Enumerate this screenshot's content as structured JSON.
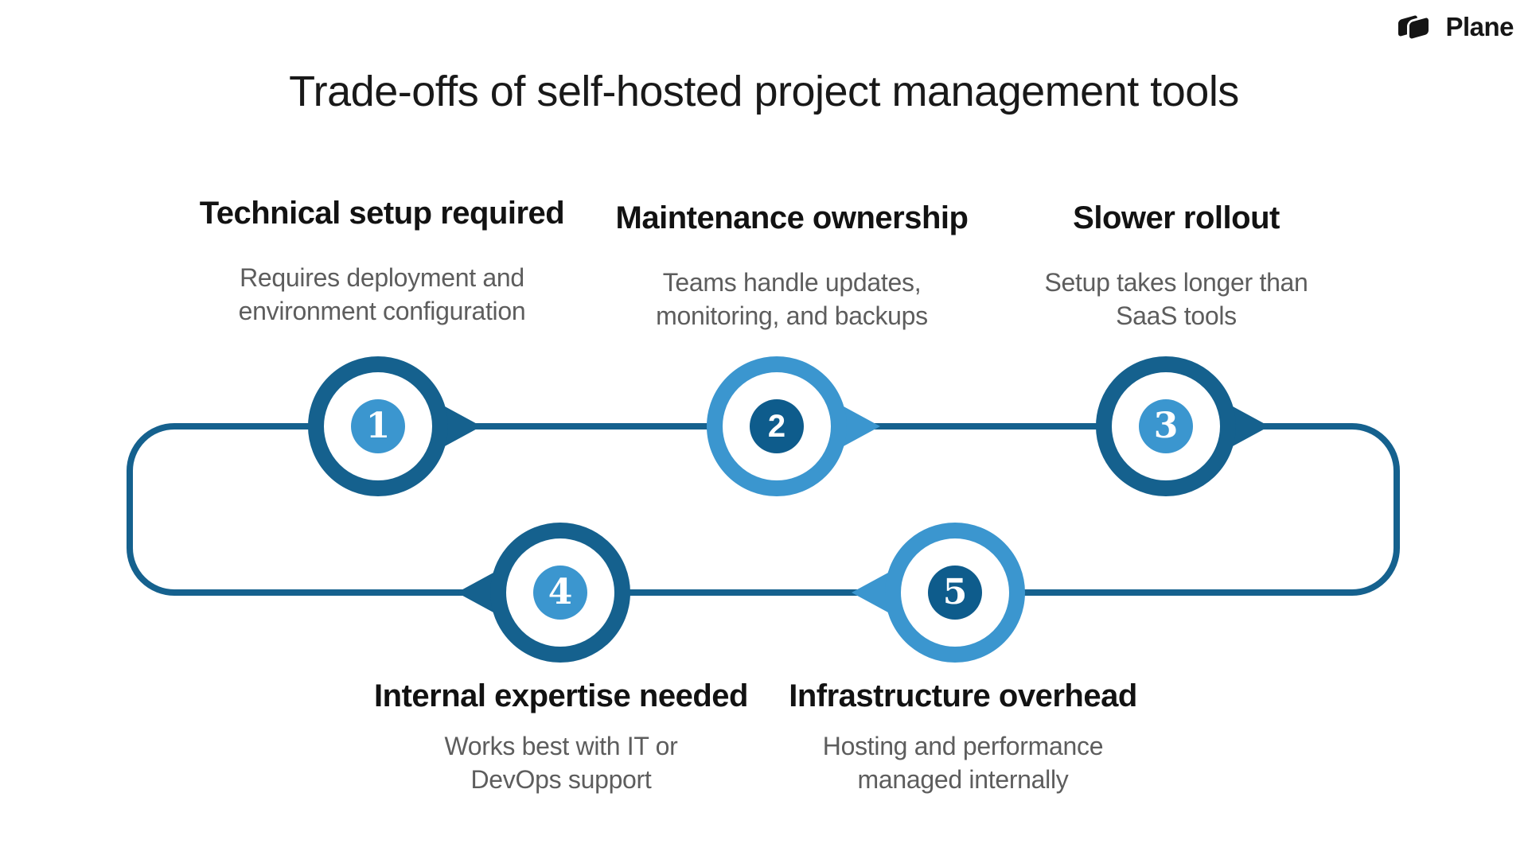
{
  "brand": {
    "name": "Plane"
  },
  "title": "Trade-offs of self-hosted project management tools",
  "colors": {
    "dark_blue": "#15618E",
    "light_blue": "#3B96CF",
    "badge_dark": "#0E5C8C",
    "heading_text": "#121212",
    "body_text": "#5D5D5D"
  },
  "steps": [
    {
      "number": "1",
      "title": "Technical setup required",
      "description": "Requires deployment and\nenvironment configuration"
    },
    {
      "number": "2",
      "title": "Maintenance ownership",
      "description": "Teams handle updates,\nmonitoring, and backups"
    },
    {
      "number": "3",
      "title": "Slower rollout",
      "description": "Setup takes longer than\nSaaS tools"
    },
    {
      "number": "4",
      "title": "Internal expertise needed",
      "description": "Works best with IT or\nDevOps support"
    },
    {
      "number": "5",
      "title": "Infrastructure overhead",
      "description": "Hosting and performance\nmanaged internally"
    }
  ]
}
